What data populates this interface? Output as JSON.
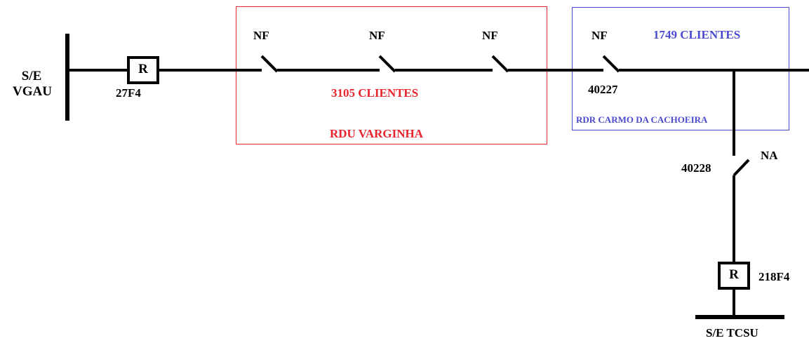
{
  "substation_left": {
    "line1": "S/E",
    "line2": "VGAU"
  },
  "substation_bottom": {
    "label": "S/E TCSU"
  },
  "recloser_left": {
    "symbol": "R",
    "id": "27F4"
  },
  "recloser_bottom": {
    "symbol": "R",
    "id": "218F4"
  },
  "switches": {
    "sw1": {
      "state": "NF"
    },
    "sw2": {
      "state": "NF"
    },
    "sw3": {
      "state": "NF"
    },
    "sw4": {
      "state": "NF",
      "id": "40227"
    },
    "sw5": {
      "state": "NA",
      "id": "40228"
    }
  },
  "region_varginha": {
    "clients": "3105 CLIENTES",
    "name": "RDU VARGINHA",
    "color": "#e8242c"
  },
  "region_carmo": {
    "clients": "1749 CLIENTES",
    "name": "RDR CARMO DA CACHOEIRA",
    "color": "#4a4ad0"
  }
}
